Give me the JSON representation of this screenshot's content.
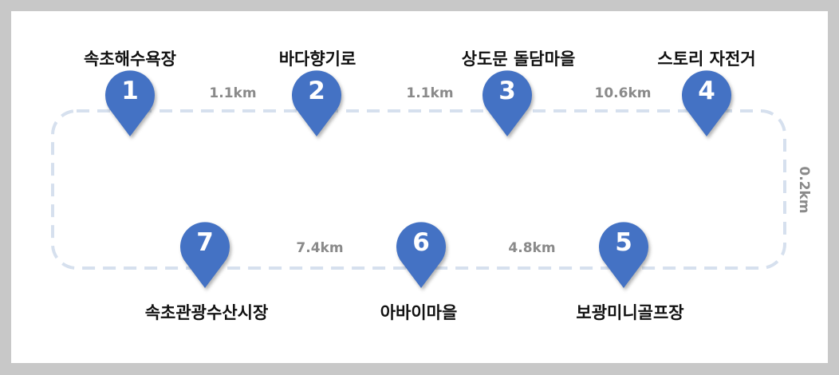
{
  "stops": [
    {
      "num": "1",
      "name": "속초해수욕장"
    },
    {
      "num": "2",
      "name": "바다향기로"
    },
    {
      "num": "3",
      "name": "상도문 돌담마을"
    },
    {
      "num": "4",
      "name": "스토리 자전거"
    },
    {
      "num": "5",
      "name": "보광미니골프장"
    },
    {
      "num": "6",
      "name": "아바이마을"
    },
    {
      "num": "7",
      "name": "속초관광수산시장"
    }
  ],
  "distances": {
    "d12": "1.1km",
    "d23": "1.1km",
    "d34": "10.6km",
    "d45": "0.2km",
    "d56": "4.8km",
    "d67": "7.4km"
  },
  "colors": {
    "pin": "#4472c4",
    "route": "#d6e0ee",
    "distance_text": "#8a8a8a"
  }
}
